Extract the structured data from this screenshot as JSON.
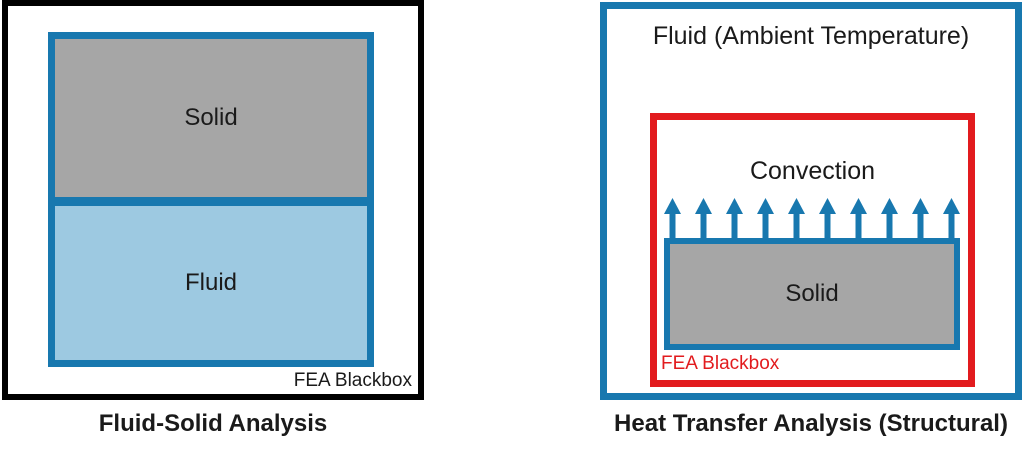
{
  "colors": {
    "blue": "#1878af",
    "light_blue": "#9dc9e1",
    "gray": "#a6a6a6",
    "red": "#e21b1e",
    "outline_black": "#000000",
    "text": "#1a1a1a"
  },
  "left_diagram": {
    "caption": "Fluid-Solid Analysis",
    "solid_label": "Solid",
    "fluid_label": "Fluid",
    "fea_label": "FEA Blackbox"
  },
  "right_diagram": {
    "caption": "Heat Transfer Analysis (Structural)",
    "ambient_label": "Fluid (Ambient Temperature)",
    "convection_label": "Convection",
    "solid_label": "Solid",
    "fea_label": "FEA Blackbox",
    "convection_arrows": {
      "icon": "up-arrow-icon",
      "count": 10
    }
  }
}
